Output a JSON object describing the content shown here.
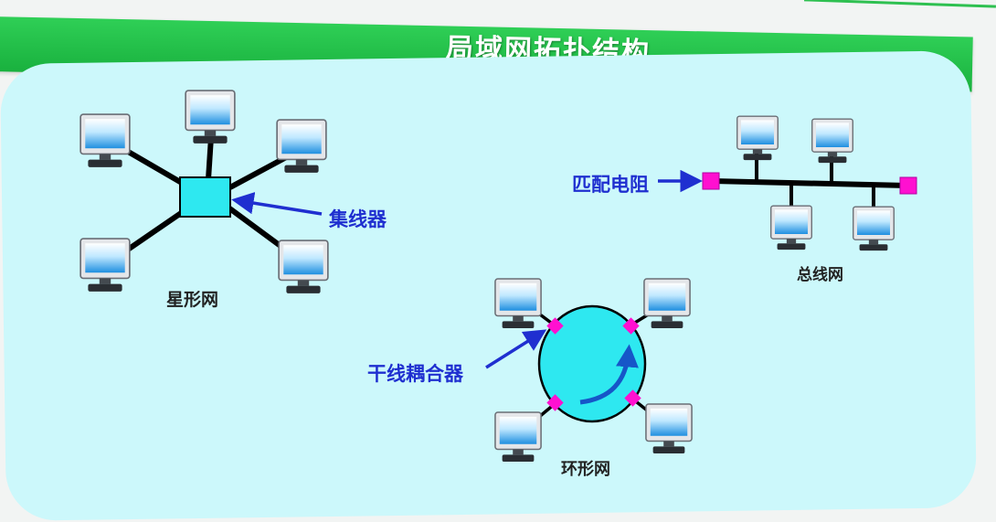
{
  "title": "局域网拓扑结构",
  "labels": {
    "hub": "集线器",
    "star_caption": "星形网",
    "terminator": "匹配电阻",
    "bus_caption": "总线网",
    "coupler": "干线耦合器",
    "ring_caption": "环形网"
  },
  "colors": {
    "banner": "#22c04a",
    "panel": "#ccf8fb",
    "callout_text": "#1f2fd0",
    "hub_fill": "#2ee8f0",
    "terminator": "#ff10d0",
    "ring_fill": "#2ee8f0"
  },
  "icons": {
    "computer": "computer-monitor-icon",
    "hub": "hub-square",
    "terminator": "terminator-square",
    "coupler": "coupler-diamond",
    "rotation": "clockwise-arrow"
  }
}
